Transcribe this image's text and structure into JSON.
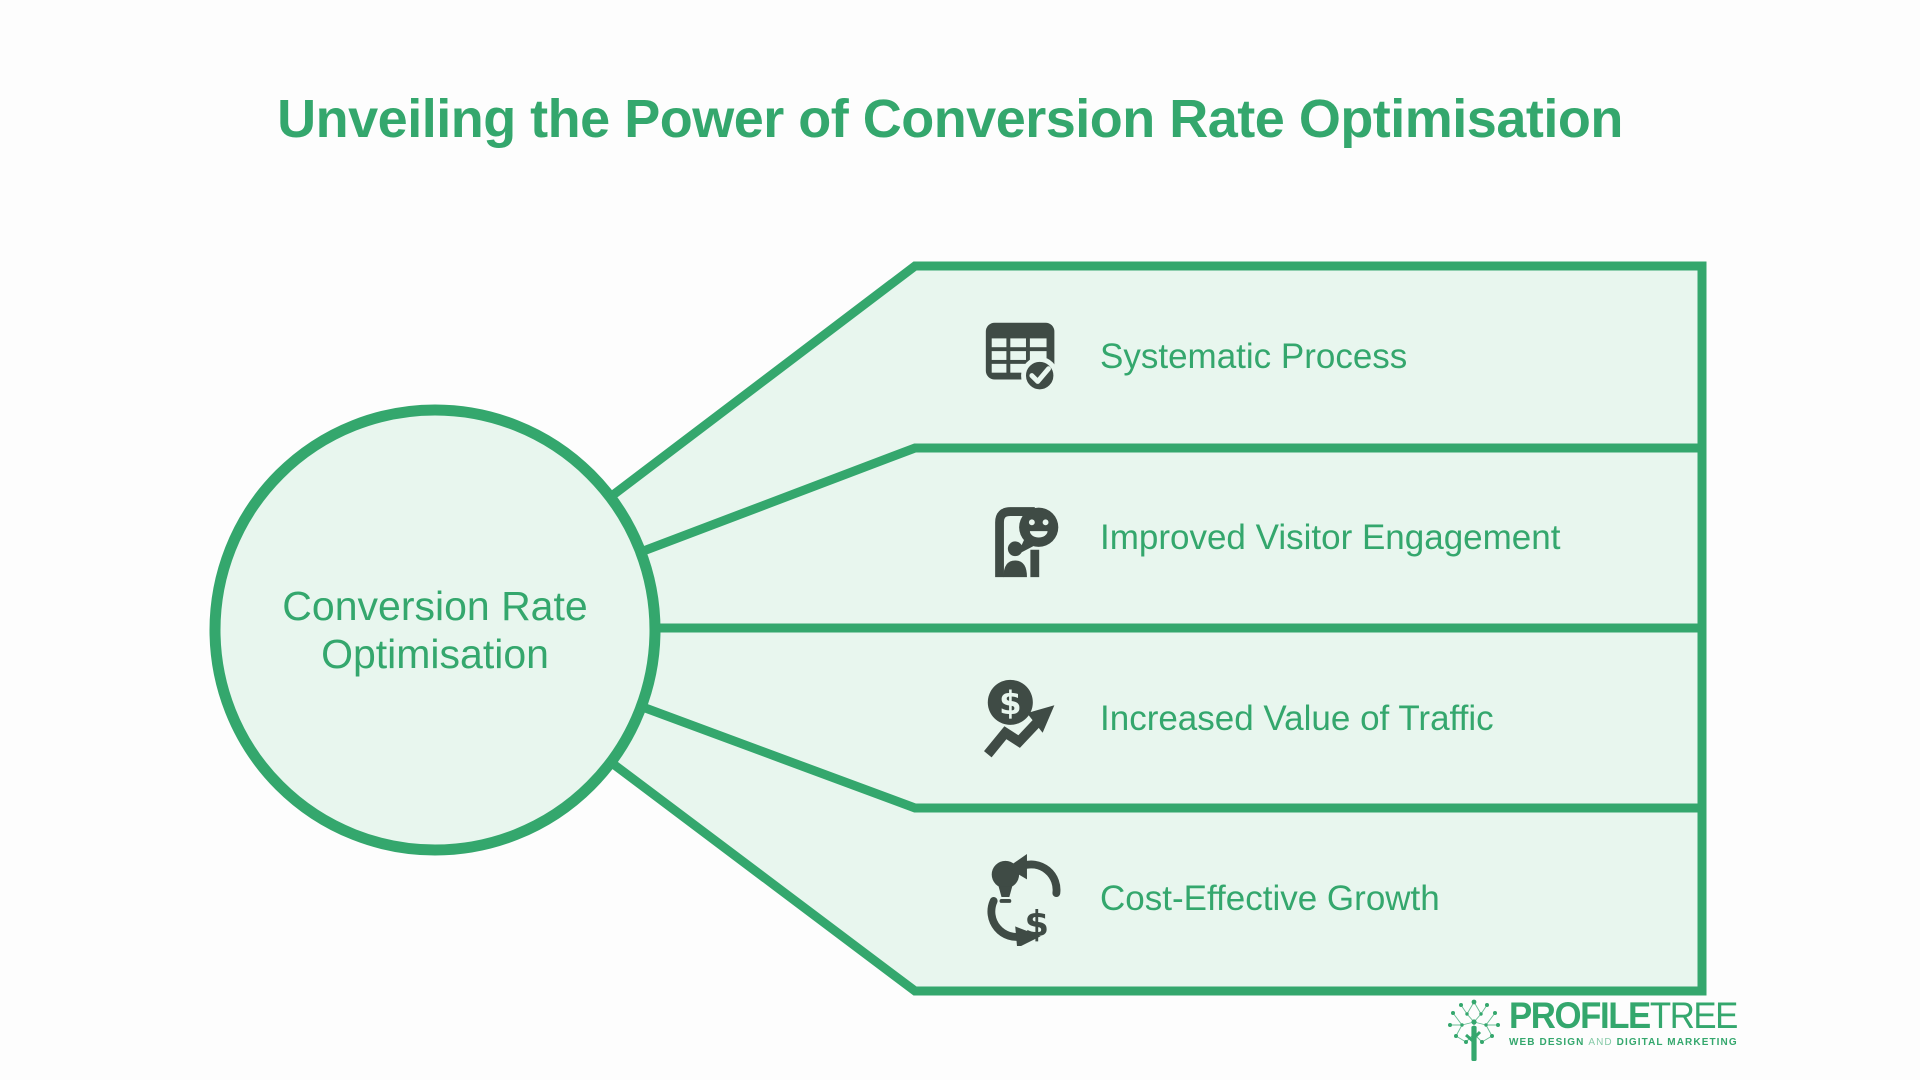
{
  "title": "Unveiling the Power of Conversion Rate Optimisation",
  "center_node": {
    "line1": "Conversion Rate",
    "line2": "Optimisation"
  },
  "items": [
    {
      "label": "Systematic Process",
      "icon": "spreadsheet-check-icon"
    },
    {
      "label": "Improved Visitor Engagement",
      "icon": "visitor-smiley-chat-icon"
    },
    {
      "label": "Increased Value of Traffic",
      "icon": "dollar-growth-arrow-icon"
    },
    {
      "label": "Cost-Effective Growth",
      "icon": "bulb-dollar-cycle-icon"
    }
  ],
  "logo": {
    "name_bold": "PROFILE",
    "name_light": "TREE",
    "tagline_web": "WEB DESIGN",
    "tagline_and": "AND",
    "tagline_marketing": "DIGITAL MARKETING"
  },
  "colors": {
    "accent_green": "#34a76d",
    "band_fill": "#e8f6ee",
    "icon_dark": "#3f4b45",
    "background": "#fdfdfd"
  }
}
